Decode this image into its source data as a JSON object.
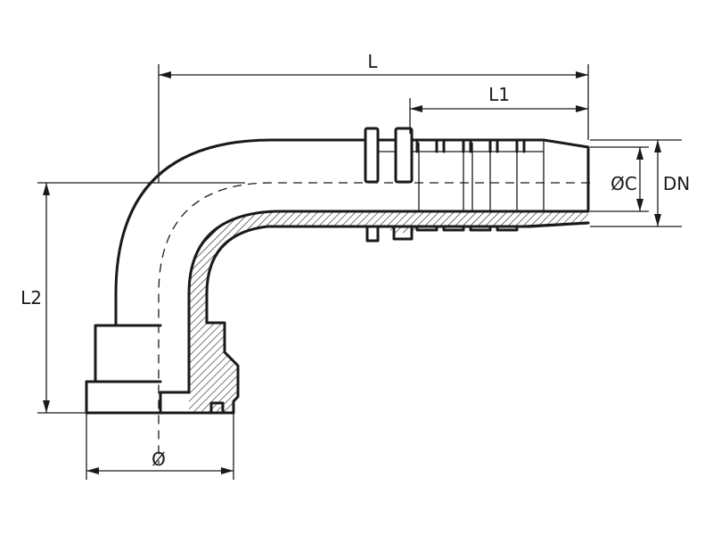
{
  "diagram": {
    "labels": {
      "L": "L",
      "L1": "L1",
      "L2": "L2",
      "C": "ØC",
      "DN": "DN",
      "diameter": "Ø"
    }
  }
}
